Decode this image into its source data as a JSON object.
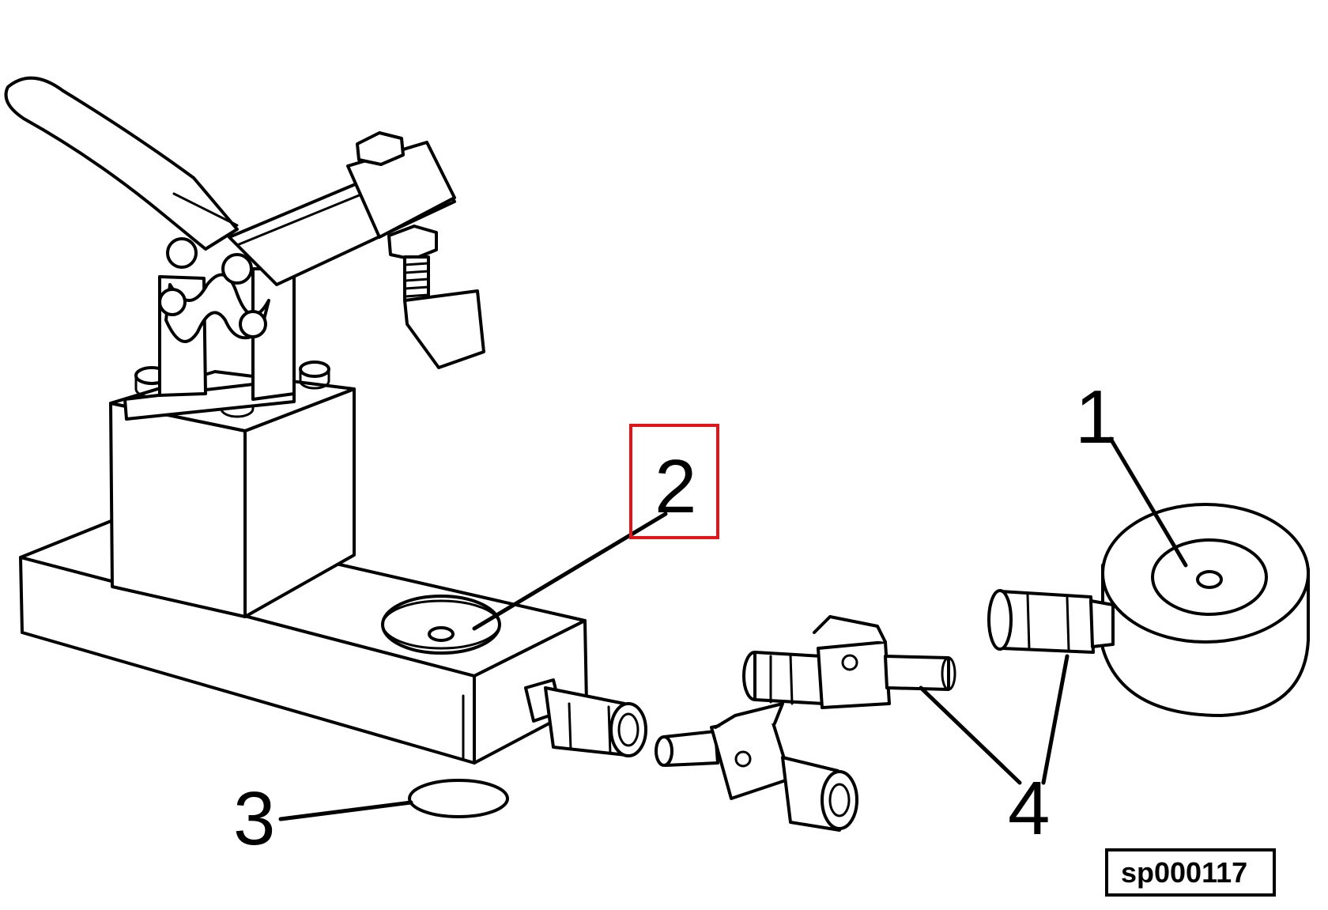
{
  "callouts": {
    "c1": "1",
    "c2": "2",
    "c3": "3",
    "c4": "4"
  },
  "reference_code": "sp000117",
  "highlight_color": "#e0161b",
  "ink_color": "#000000"
}
